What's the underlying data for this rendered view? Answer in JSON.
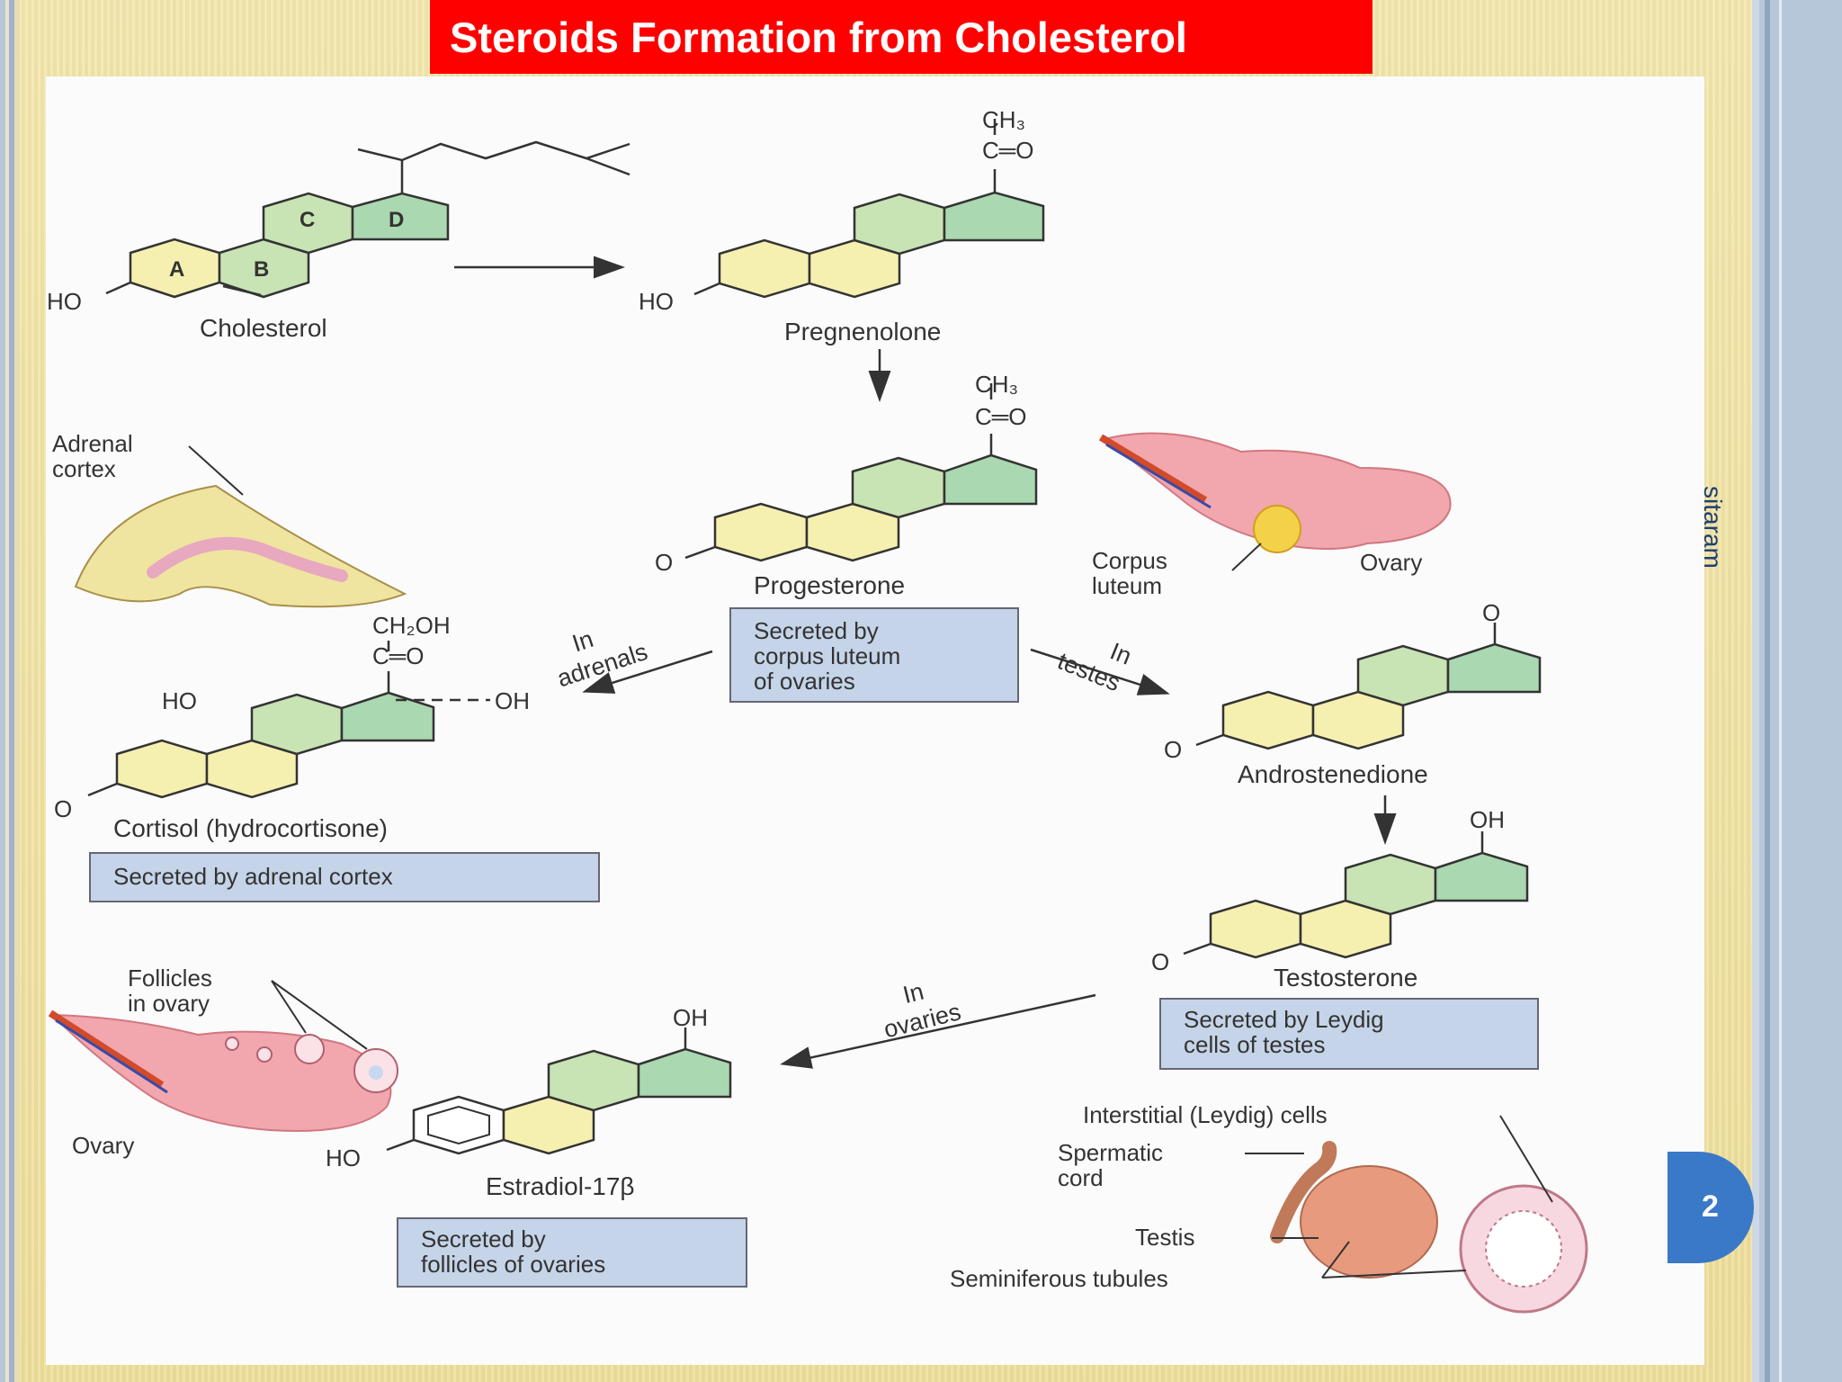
{
  "slide": {
    "title": "Steroids Formation from Cholesterol",
    "author": "sitaram",
    "slide_number": "2"
  },
  "diagram": {
    "ring_letters": [
      "A",
      "B",
      "C",
      "D"
    ],
    "compounds": {
      "cholesterol": "Cholesterol",
      "pregnenolone": "Pregnenolone",
      "progesterone": "Progesterone",
      "cortisol": "Cortisol (hydrocortisone)",
      "androstenedione": "Androstenedione",
      "testosterone": "Testosterone",
      "estradiol": "Estradiol-17β"
    },
    "groups": {
      "ho": "HO",
      "o": "O",
      "oh": "OH",
      "ch3": "CH₃",
      "c_o": "C═O",
      "ch2oh": "CH₂OH",
      "ho_cortisol": "HO",
      "oh_cortisol": "OH"
    },
    "pathways": {
      "in_adrenals": [
        "In",
        "adrenals"
      ],
      "in_testes": [
        "In",
        "testes"
      ],
      "in_ovaries": [
        "In",
        "ovaries"
      ]
    },
    "secretion_boxes": {
      "corpus_luteum": [
        "Secreted by",
        "corpus luteum",
        "of ovaries"
      ],
      "adrenal": [
        "Secreted by adrenal cortex"
      ],
      "leydig": [
        "Secreted by Leydig",
        "cells of testes"
      ],
      "follicles": [
        "Secreted by",
        "follicles of ovaries"
      ]
    },
    "organ_labels": {
      "adrenal_cortex": [
        "Adrenal",
        "cortex"
      ],
      "corpus_luteum": [
        "Corpus",
        "luteum"
      ],
      "ovary_top": "Ovary",
      "follicles": [
        "Follicles",
        "in ovary"
      ],
      "ovary_bottom": "Ovary",
      "interstitial": "Interstitial (Leydig) cells",
      "spermatic_cord": [
        "Spermatic",
        "cord"
      ],
      "testis": "Testis",
      "seminiferous": "Seminiferous tubules"
    }
  },
  "colors": {
    "title_bar": "#ff0000",
    "ring_yellow": "#f5f0b0",
    "ring_green": "#c8e3b4",
    "ring_d": "#aad8b0",
    "box_fill": "#c5d4e8",
    "slide_badge": "#3a78c8"
  }
}
